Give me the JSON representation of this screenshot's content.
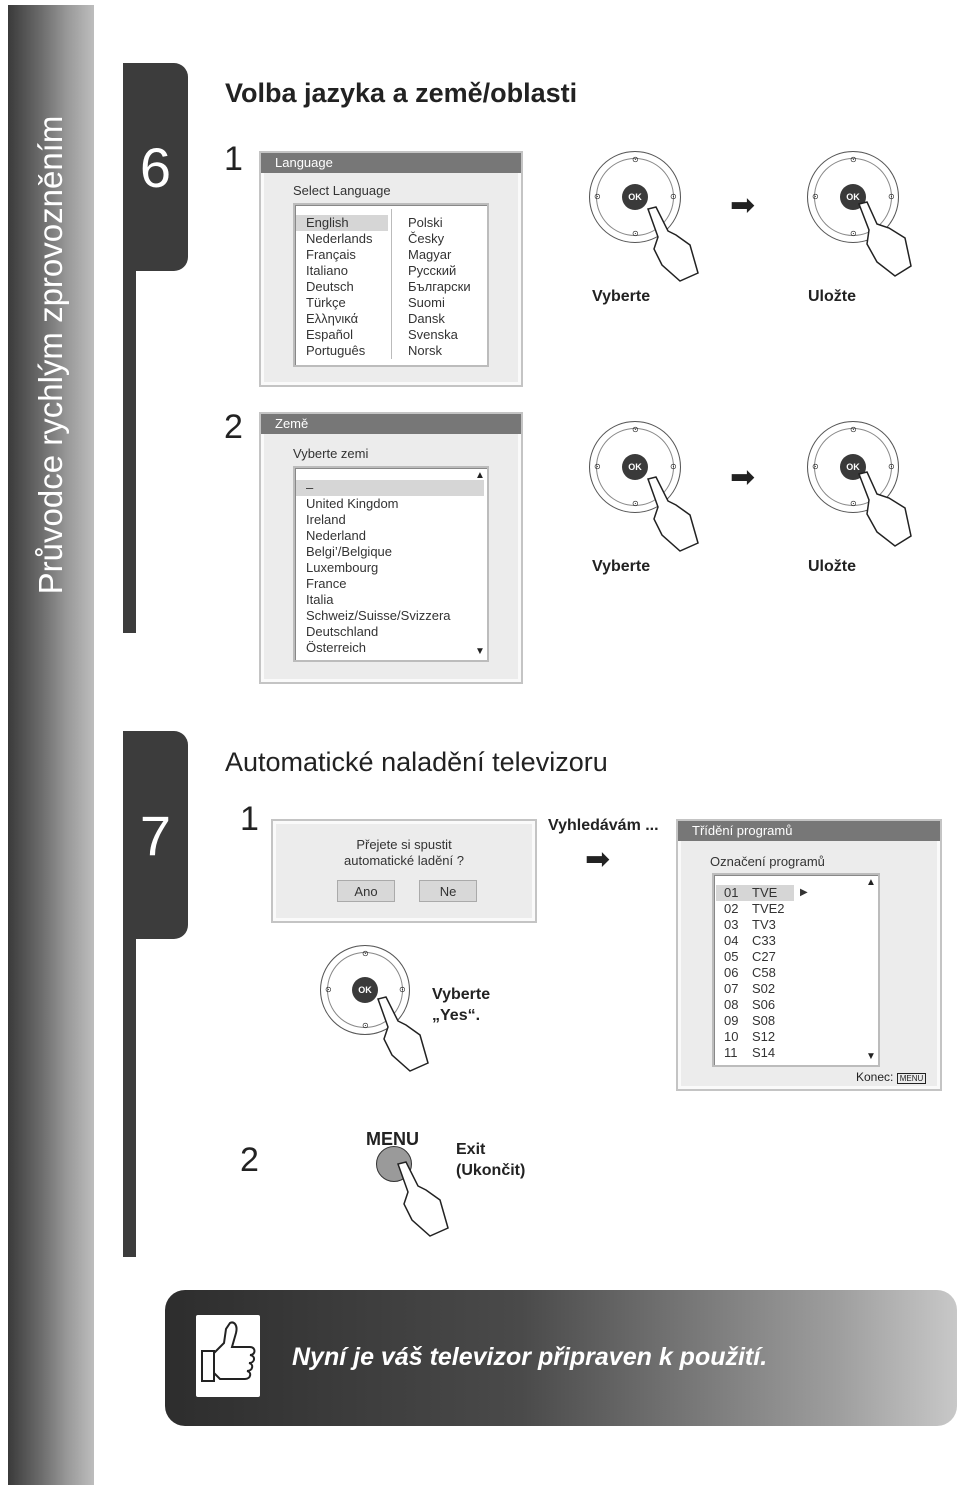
{
  "sidebar": {
    "title": "Průvodce rychlým zprovozněním"
  },
  "step6": {
    "number": "6",
    "heading": "Volba jazyka a země/oblasti",
    "sub1": {
      "number": "1",
      "menu_title": "Language",
      "prompt": "Select  Language",
      "col1": [
        "English",
        "Nederlands",
        "Français",
        "Italiano",
        "Deutsch",
        "Türkçe",
        "Ελληνικά",
        "Español",
        "Português"
      ],
      "col2": [
        "Polski",
        "Česky",
        "Magyar",
        "Русский",
        "Български",
        "Suomi",
        "Dansk",
        "Svenska",
        "Norsk"
      ],
      "select_label": "Vyberte",
      "save_label": "Uložte"
    },
    "sub2": {
      "number": "2",
      "menu_title": "Země",
      "prompt": "Vyberte zemi",
      "items": [
        "–",
        "United Kingdom",
        "Ireland",
        "Nederland",
        "Belgi’/Belgique",
        "Luxembourg",
        "France",
        "Italia",
        "Schweiz/Suisse/Svizzera",
        "Deutschland",
        "Österreich"
      ],
      "select_label": "Vyberte",
      "save_label": "Uložte"
    },
    "ok_label": "OK"
  },
  "step7": {
    "number": "7",
    "heading": "Automatické naladění televizoru",
    "sub1": {
      "number": "1",
      "dialog_line1": "Přejete si spustit",
      "dialog_line2": "automatické ladění ?",
      "yes_btn": "Ano",
      "no_btn": "Ne",
      "select_line1": "Vyberte",
      "select_line2": "„Yes“.",
      "searching": "Vyhledávám ...",
      "sort_title": "Třídění programů",
      "sort_prompt": "Označení programů",
      "programs": [
        {
          "num": "01",
          "name": "TVE"
        },
        {
          "num": "02",
          "name": "TVE2"
        },
        {
          "num": "03",
          "name": "TV3"
        },
        {
          "num": "04",
          "name": "C33"
        },
        {
          "num": "05",
          "name": "C27"
        },
        {
          "num": "06",
          "name": "C58"
        },
        {
          "num": "07",
          "name": "S02"
        },
        {
          "num": "08",
          "name": "S06"
        },
        {
          "num": "09",
          "name": "S08"
        },
        {
          "num": "10",
          "name": "S12"
        },
        {
          "num": "11",
          "name": "S14"
        }
      ],
      "konec": "Konec:",
      "menu_key": "MENU"
    },
    "sub2": {
      "number": "2",
      "menu_label": "MENU",
      "exit_line1": "Exit",
      "exit_line2": "(Ukončit)"
    }
  },
  "banner": {
    "text": "Nyní je váš televizor připraven k použití."
  },
  "colors": {
    "dark": "#3c3c3c",
    "menu_bar": "#777777",
    "highlight": "#d6d6d6"
  },
  "icons": [
    "ok-pad-icon",
    "hand-pointer-icon",
    "arrow-right-icon",
    "thumbs-up-icon",
    "menu-button-icon"
  ]
}
